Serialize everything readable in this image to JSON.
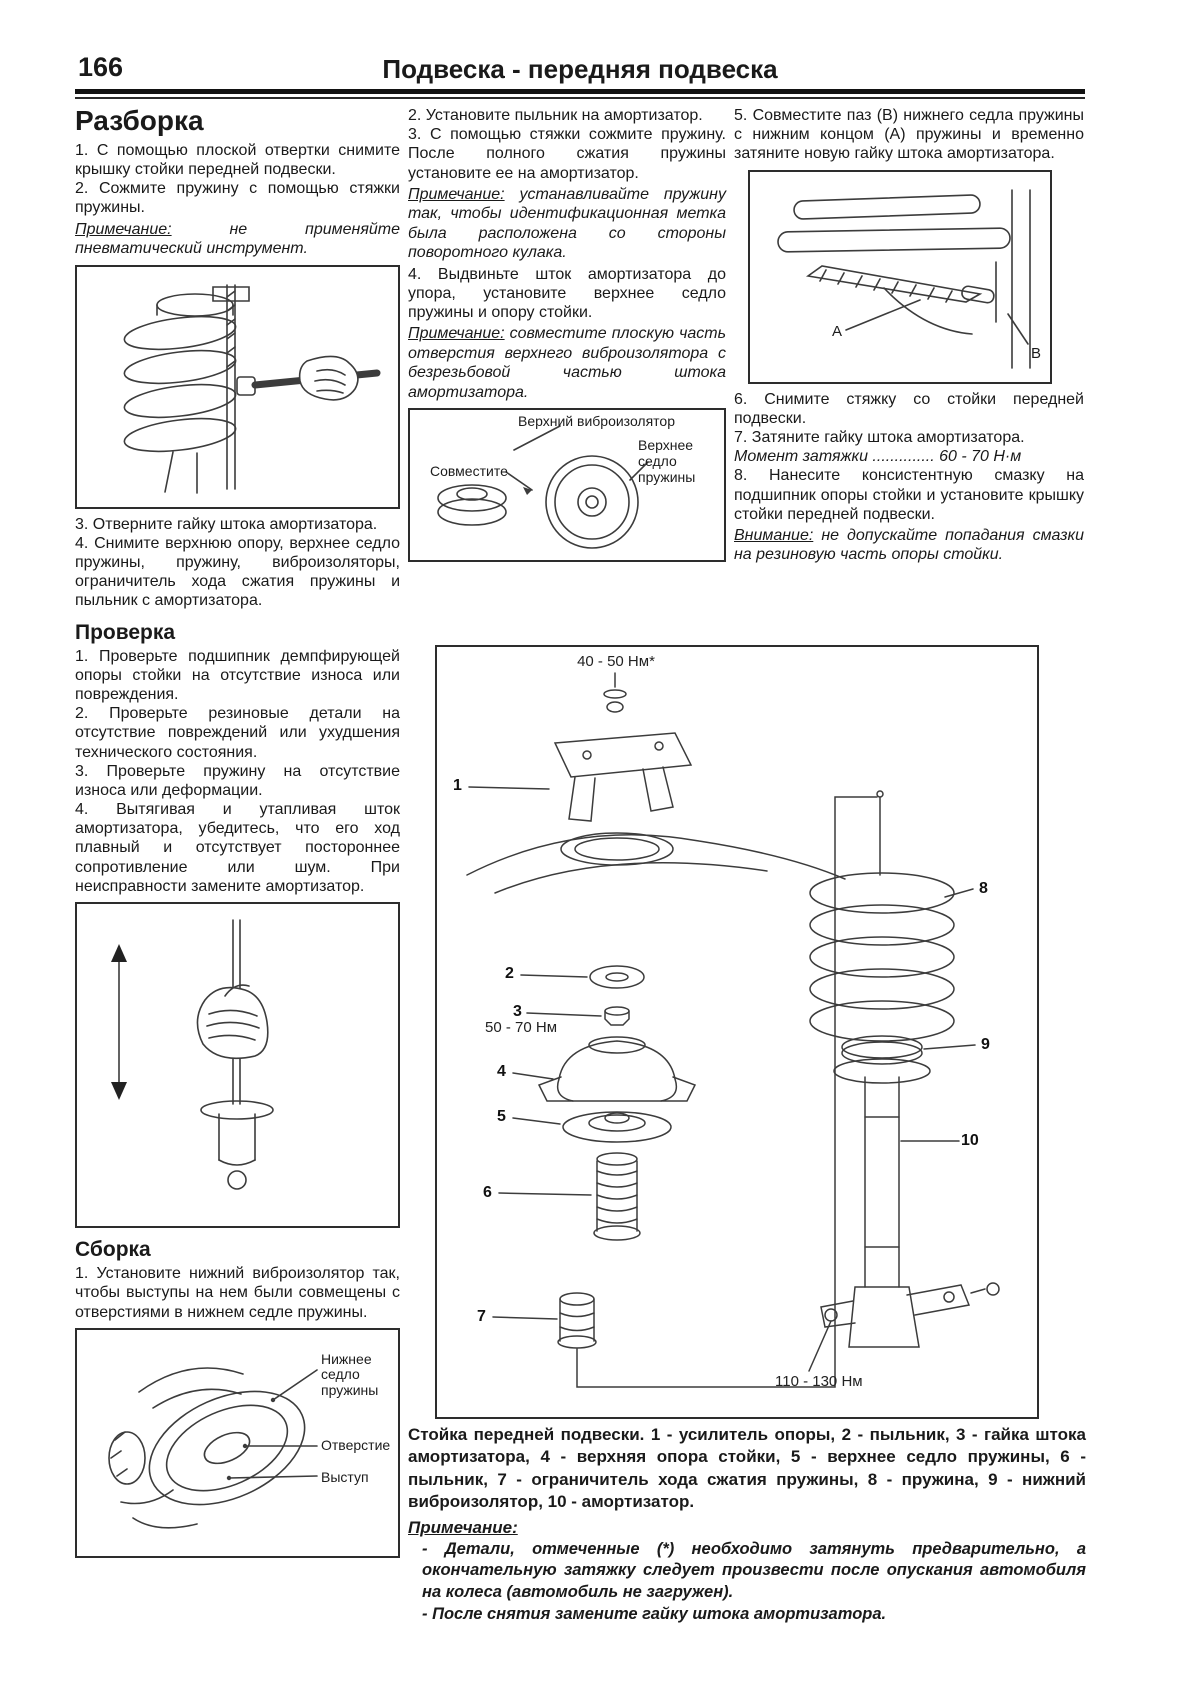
{
  "colors": {
    "ink": "#1a1a1a",
    "paper": "#ffffff",
    "line_art": "#3c3c3c"
  },
  "header": {
    "page_number": "166",
    "title": "Подвеска - передняя подвеска"
  },
  "left": {
    "disassembly_title": "Разборка",
    "d1": "1. С помощью плоской отвертки снимите крышку стойки передней подвески.",
    "d2": "2. Сожмите пружину с помощью стяжки пружины.",
    "note1": {
      "label": "Примечание:",
      "text": "не применяйте пневматический инструмент."
    },
    "d3": "3. Отверните гайку штока амортизатора.",
    "d4": "4. Снимите верхнюю опору, верхнее седло пружины, пружину, виброизоляторы, ограничитель хода сжатия пружины и пыльник с амортизатора.",
    "check_title": "Проверка",
    "c1": "1. Проверьте подшипник демпфирующей опоры стойки на отсутствие износа или повреждения.",
    "c2": "2. Проверьте резиновые детали на отсутствие повреждений или ухудшения технического состояния.",
    "c3": "3. Проверьте пружину на отсутствие износа или деформации.",
    "c4": "4. Вытягивая и утапливая шток амортизатора, убедитесь, что его ход плавный и отсутствует постороннее сопротивление или шум. При неисправности замените амортизатор.",
    "assembly_title": "Сборка",
    "a1": "1. Установите нижний виброизолятор так, чтобы выступы на нем были совмещены с отверстиями в нижнем седле пружины.",
    "fig_seat": {
      "seat": "Нижнее седло пружины",
      "hole": "Отверстие",
      "lug": "Выступ"
    }
  },
  "middle": {
    "m2": "2. Установите пыльник на амортизатор.",
    "m3": "3. С помощью стяжки сожмите пружину. После полного сжатия пружины установите ее на амортизатор.",
    "note2": {
      "label": "Примечание:",
      "text": "устанавливайте пружину так, чтобы идентификационная метка была расположена со стороны поворотного кулака."
    },
    "m4": "4. Выдвиньте шток амортизатора до упора, установите верхнее седло пружины и опору стойки.",
    "note3": {
      "label": "Примечание:",
      "text": "совместите плоскую часть отверстия верхнего виброизолятора с безрезьбовой частью штока амортизатора."
    },
    "fig_labels": {
      "top": "Верхний виброизолятор",
      "align": "Совместите",
      "seat": "Верхнее седло пружины"
    }
  },
  "right": {
    "r5": "5. Совместите паз (B) нижнего седла пружины с нижним концом (A) пружины и временно затяните новую гайку штока амортизатора.",
    "fig_labels": {
      "a": "A",
      "b": "B"
    },
    "r6": "6. Снимите стяжку со стойки передней подвески.",
    "r7": "7. Затяните гайку штока амортизатора.",
    "torque": "Момент затяжки .............. 60 - 70 Н·м",
    "r8": "8. Нанесите консистентную смазку на подшипник опоры стойки и установите крышку стойки передней подвески.",
    "warn": {
      "label": "Внимание:",
      "text": "не допускайте попадания смазки на резиновую часть опоры стойки."
    }
  },
  "exploded": {
    "torque_top": "40 - 50 Нм*",
    "torque_mid": "50 - 70 Нм",
    "torque_bottom": "110 - 130 Нм",
    "parts": [
      "1",
      "2",
      "3",
      "4",
      "5",
      "6",
      "7",
      "8",
      "9",
      "10"
    ],
    "caption": "Стойка передней подвески. 1 - усилитель опоры, 2 - пыльник, 3 - гайка штока амортизатора, 4 - верхняя опора стойки, 5 - верхнее седло пружины, 6 - пыльник, 7 - ограничитель хода сжатия пружины, 8 - пружина, 9 - нижний виброизолятор, 10 - амортизатор.",
    "note_label": "Примечание:",
    "notes": [
      "- Детали, отмеченные (*) необходимо затянуть предварительно, а окончательную затяжку следует произвести после опускания автомобиля на колеса (автомобиль не загружен).",
      "- После снятия замените гайку штока амортизатора."
    ]
  }
}
